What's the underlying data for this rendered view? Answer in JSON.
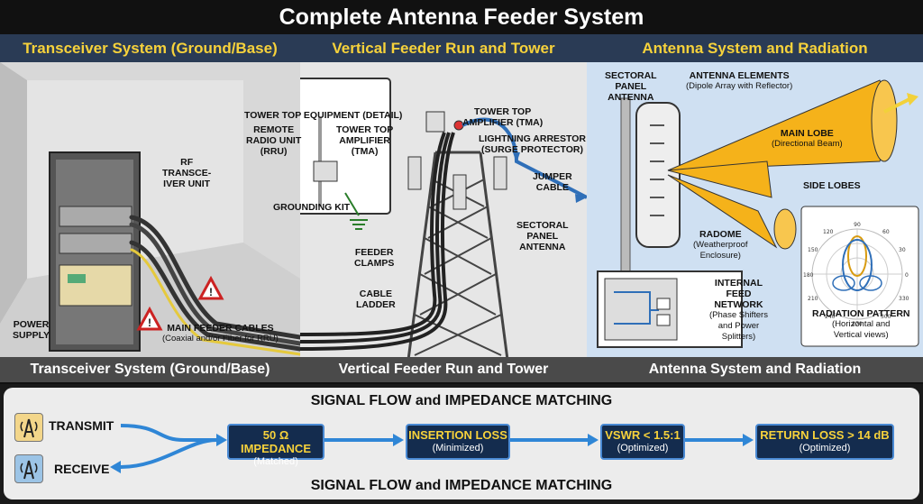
{
  "title": "Complete Antenna Feeder System",
  "panels": {
    "left": {
      "header": "Transceiver System (Ground/Base)",
      "footer": "Transceiver System (Ground/Base)",
      "labels": {
        "rf_unit": [
          "RF",
          "TRANSCE-",
          "IVER UNIT"
        ],
        "power_supply": [
          "POWER",
          "SUPPLY"
        ],
        "main_feeder": "MAIN FEEDER CABLES",
        "main_feeder_sub": "(Coaxial and/or Fiber for RRU)"
      }
    },
    "middle": {
      "header": "Vertical Feeder Run and Tower",
      "footer": "Vertical Feeder Run and Tower",
      "detail": {
        "title": "TOWER TOP EQUIPMENT (DETAIL)",
        "rru": [
          "REMOTE",
          "RADIO UNIT",
          "(RRU)"
        ],
        "tma": [
          "TOWER TOP",
          "AMPLIFIER",
          "(TMA)"
        ],
        "grounding": "GROUNDING KIT"
      },
      "labels": {
        "tma": [
          "TOWER TOP",
          "AMPLIFIER (TMA)"
        ],
        "arrestor": [
          "LIGHTNING ARRESTOR",
          "(SURGE PROTECTOR)"
        ],
        "jumper": [
          "JUMPER",
          "CABLE"
        ],
        "sectoral": [
          "SECTORAL",
          "PANEL",
          "ANTENNA"
        ],
        "clamps": [
          "FEEDER",
          "CLAMPS"
        ],
        "ladder": [
          "CABLE",
          "LADDER"
        ]
      }
    },
    "right": {
      "header": "Antenna System and Radiation",
      "footer": "Antenna System and Radiation",
      "labels": {
        "sectoral": [
          "SECTORAL",
          "PANEL",
          "ANTENNA"
        ],
        "elements": "ANTENNA ELEMENTS",
        "elements_sub": "(Dipole Array with Reflector)",
        "main_lobe": "MAIN LOBE",
        "main_lobe_sub": "(Directional Beam)",
        "side_lobes": "SIDE LOBES",
        "radome": "RADOME",
        "radome_sub": [
          "(Weatherproof",
          "Enclosure)"
        ],
        "feed_network": [
          "INTERNAL",
          "FEED",
          "NETWORK"
        ],
        "feed_network_sub": [
          "(Phase Shifters",
          "and Power",
          "Splitters)"
        ],
        "radiation": "RADIATION PATTERN",
        "radiation_sub": [
          "(Horizontal and",
          "Vertical views)"
        ],
        "polar_angles": [
          "90",
          "60",
          "30",
          "0",
          "330",
          "300",
          "270",
          "240",
          "210",
          "180",
          "150",
          "120"
        ]
      }
    }
  },
  "signal_flow": {
    "title": "SIGNAL FLOW and IMPEDANCE MATCHING",
    "footer": "SIGNAL FLOW and IMPEDANCE MATCHING",
    "transmit": "TRANSMIT",
    "receive": "RECEIVE",
    "boxes": [
      {
        "main": "50 Ω IMPEDANCE",
        "sub": "(Matched)"
      },
      {
        "main": "INSERTION LOSS",
        "sub": "(Minimized)"
      },
      {
        "main": "VSWR < 1.5:1",
        "sub": "(Optimized)"
      },
      {
        "main": "RETURN LOSS > 14 dB",
        "sub": "(Optimized)"
      }
    ]
  },
  "colors": {
    "header_bg": "#2a3b55",
    "header_text": "#f7d23b",
    "box_bg": "#142c4e",
    "arrow_blue": "#2f86d6",
    "lobe": "#f5b21a"
  }
}
